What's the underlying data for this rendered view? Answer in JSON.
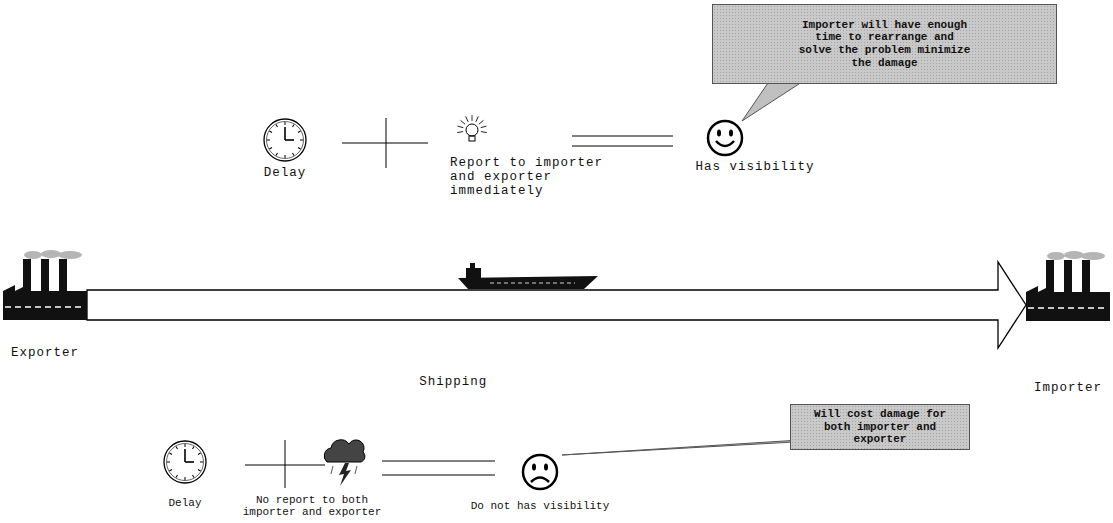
{
  "diagram": {
    "nodes": [
      {
        "text": [
          "Importer will have enough time to rearrange and solve the problem minimize the damage"
        ]
      },
      {
        "text": [
          "Exporter"
        ]
      },
      {
        "text": [
          "Importer"
        ]
      },
      {
        "text": [
          "Will cost damage for both importer and exporter"
        ]
      }
    ],
    "edges": [
      {
        "from": 1,
        "to": 2,
        "arrow": "to",
        "label": "Shipping"
      }
    ],
    "labels": [
      "Delay",
      "Report to importer and exporter immediately",
      "Has visibility",
      "Delay",
      "No report to both importer and exporter",
      "Do not has visibility"
    ]
  }
}
